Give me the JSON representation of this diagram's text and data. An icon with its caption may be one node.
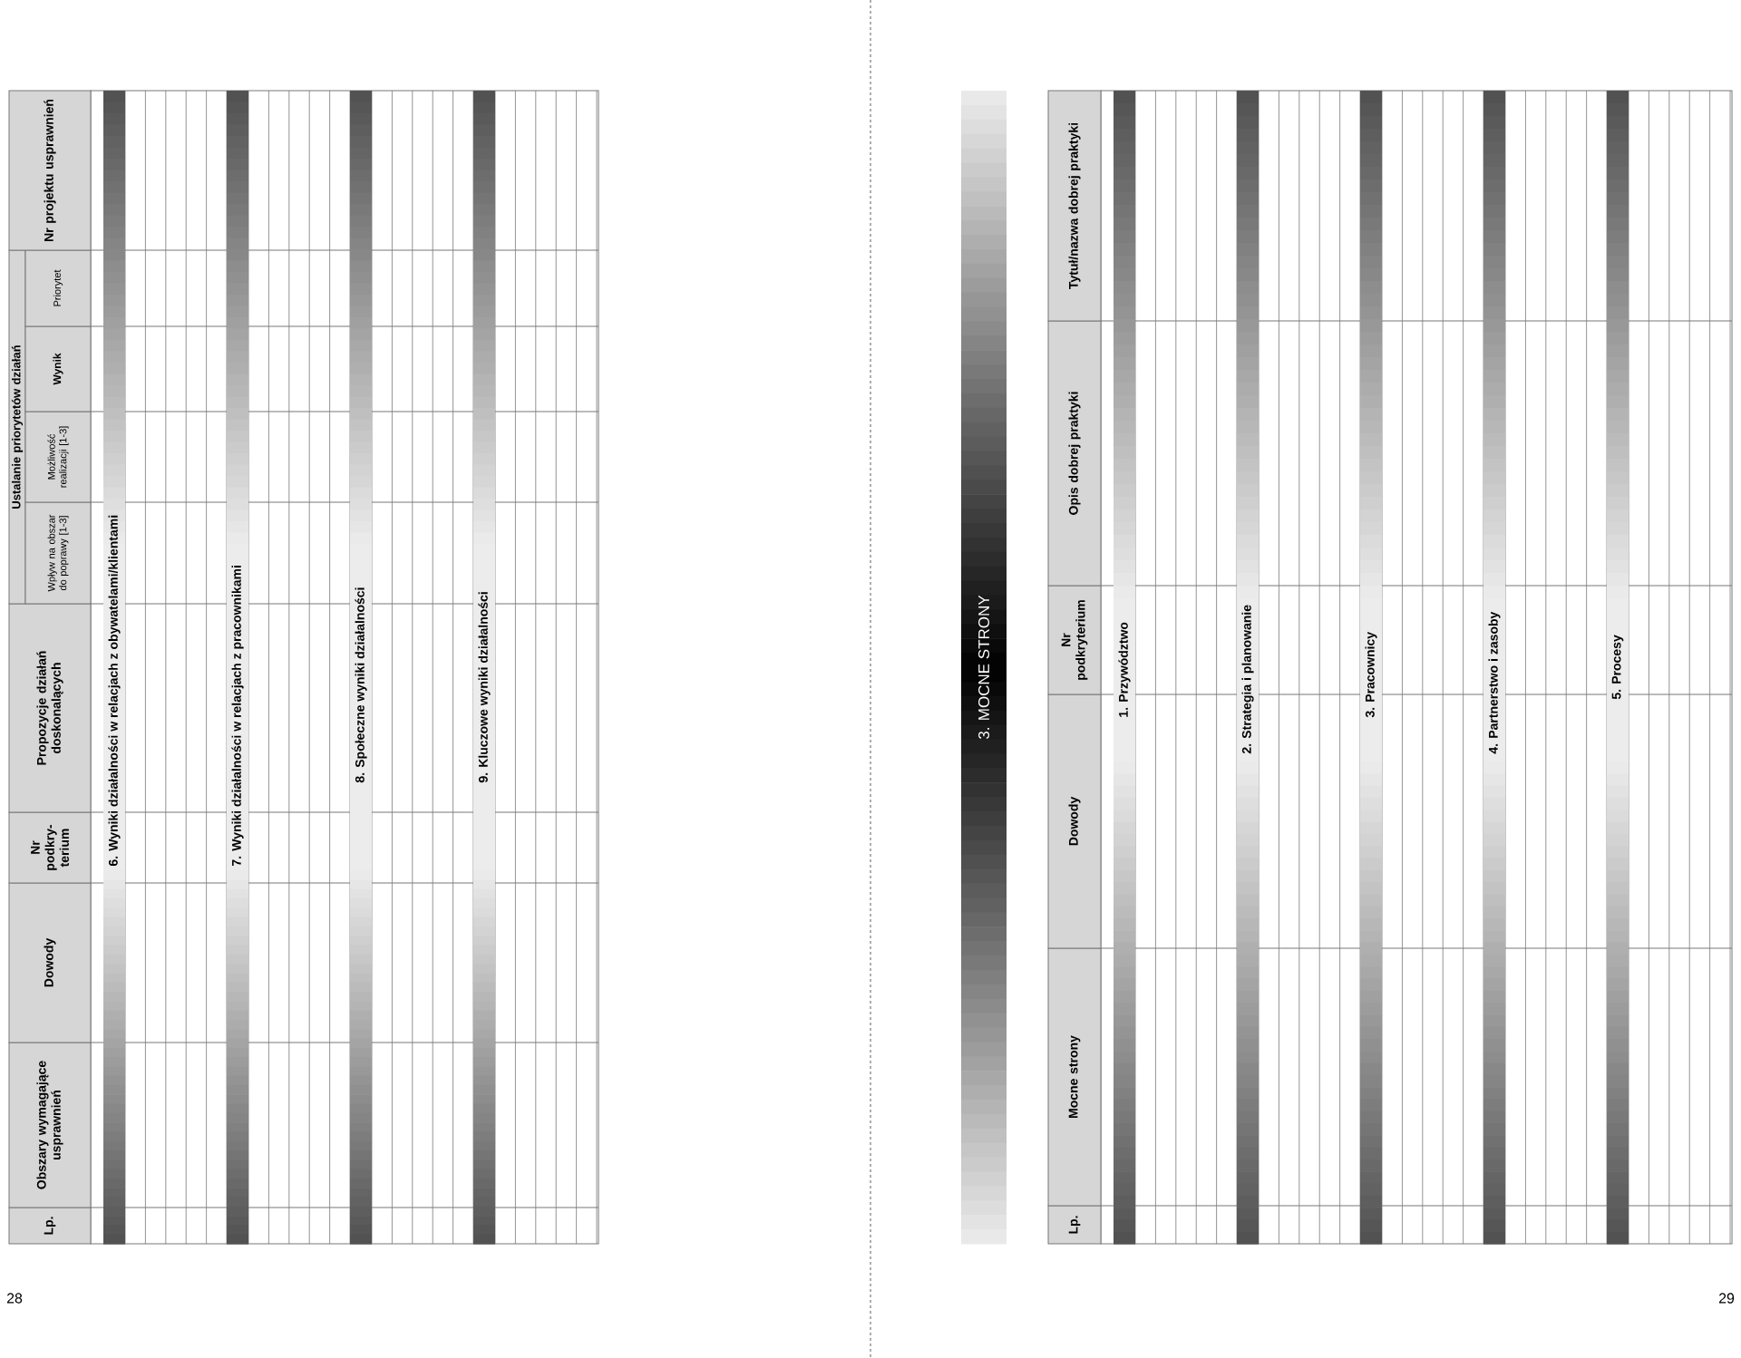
{
  "diagram": {
    "labels": [
      "Lp.",
      "Obszary wymagające usprawnień",
      "Dowody",
      "Nr podkry-terium",
      "Propozycje działań doskonalących",
      "Ustalanie priorytetów działań",
      "Wpływ na obszar do poprawy [1-3]",
      "Możliwość realizacji [1-3]",
      "Wynik",
      "Priorytet",
      "Nr projektu usprawnień",
      "6. Wyniki działalności w relacjach z obywatelami/klientami",
      "7. Wyniki działalności w relacjach z pracownikami",
      "8. Społeczne wyniki działalności",
      "9. Kluczowe wyniki działalności",
      "3. MOCNE STRONY",
      "Lp.",
      "Mocne strony",
      "Dowody",
      "Nr podkryterium",
      "Opis dobrej praktyki",
      "Tytuł/nazwa dobrej praktyki",
      "1. Przywództwo",
      "2. Strategia i planowanie",
      "3. Pracownicy",
      "4. Partnerstwo i zasoby",
      "5. Procesy",
      "28",
      "29"
    ]
  }
}
